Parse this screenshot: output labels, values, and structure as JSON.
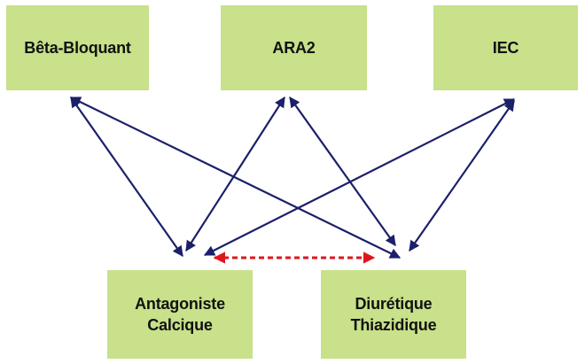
{
  "colors": {
    "box_fill": "#c8e18a",
    "arrow": "#1b2069",
    "dashed_arrow": "#e0141c"
  },
  "nodes": {
    "beta": {
      "label": "Bêta-Bloquant"
    },
    "ara2": {
      "label": "ARA2"
    },
    "iec": {
      "label": "IEC"
    },
    "antag": {
      "line1": "Antagoniste",
      "line2": "Calcique"
    },
    "diur": {
      "line1": "Diurétique",
      "line2": "Thiazidique"
    }
  },
  "edges": [
    {
      "from": "beta",
      "to": "antag",
      "style": "solid"
    },
    {
      "from": "beta",
      "to": "diur",
      "style": "solid"
    },
    {
      "from": "ara2",
      "to": "antag",
      "style": "solid"
    },
    {
      "from": "ara2",
      "to": "diur",
      "style": "solid"
    },
    {
      "from": "iec",
      "to": "antag",
      "style": "solid"
    },
    {
      "from": "iec",
      "to": "diur",
      "style": "solid"
    },
    {
      "from": "antag",
      "to": "diur",
      "style": "dashed"
    }
  ]
}
